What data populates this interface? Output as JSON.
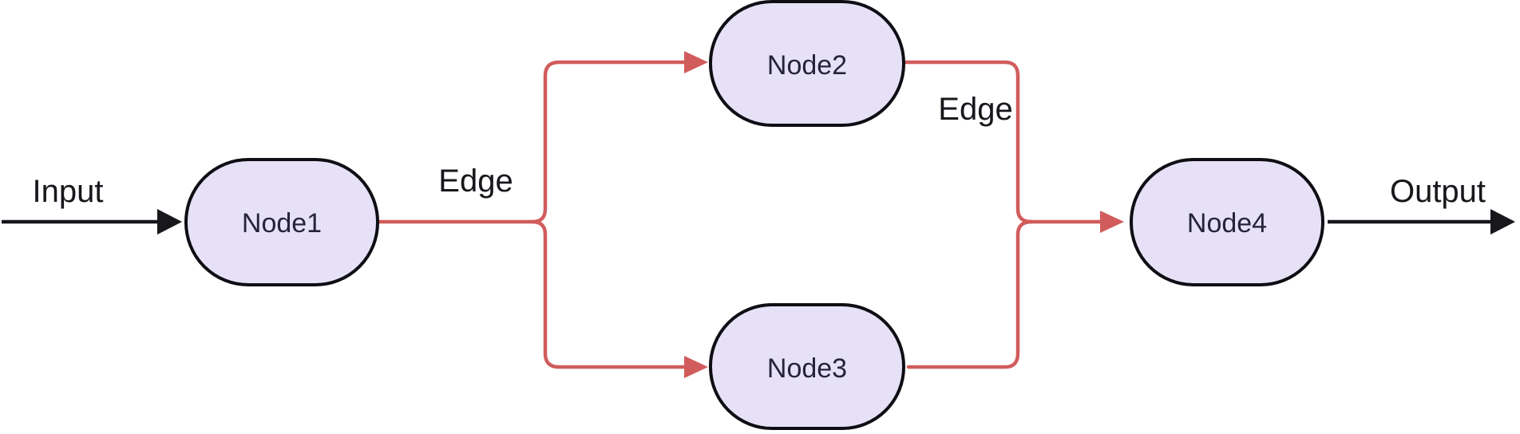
{
  "diagram": {
    "type": "flowchart",
    "direction": "left-to-right",
    "nodes": [
      {
        "id": "node1",
        "label": "Node1"
      },
      {
        "id": "node2",
        "label": "Node2"
      },
      {
        "id": "node3",
        "label": "Node3"
      },
      {
        "id": "node4",
        "label": "Node4"
      }
    ],
    "edges": [
      {
        "from": "external-input",
        "to": "node1",
        "label": "Input",
        "style": "black-arrow"
      },
      {
        "from": "node1",
        "to": "node2",
        "label": "Edge",
        "style": "red-arrow"
      },
      {
        "from": "node1",
        "to": "node3",
        "label": "Edge",
        "style": "red-arrow"
      },
      {
        "from": "node2",
        "to": "node4",
        "label": "Edge",
        "style": "red-arrow"
      },
      {
        "from": "node3",
        "to": "node4",
        "label": "Edge",
        "style": "red-arrow"
      },
      {
        "from": "node4",
        "to": "external-output",
        "label": "Output",
        "style": "black-arrow"
      }
    ],
    "io": {
      "input": "Input",
      "output": "Output"
    },
    "edge_labels": [
      "Edge",
      "Edge"
    ]
  },
  "colors": {
    "node_fill": "#e7e1f8",
    "node_stroke": "#0e0e14",
    "node_text": "#24243c",
    "edge": "#d15c5c",
    "arrow": "#17171c",
    "label_text": "#17171c"
  }
}
